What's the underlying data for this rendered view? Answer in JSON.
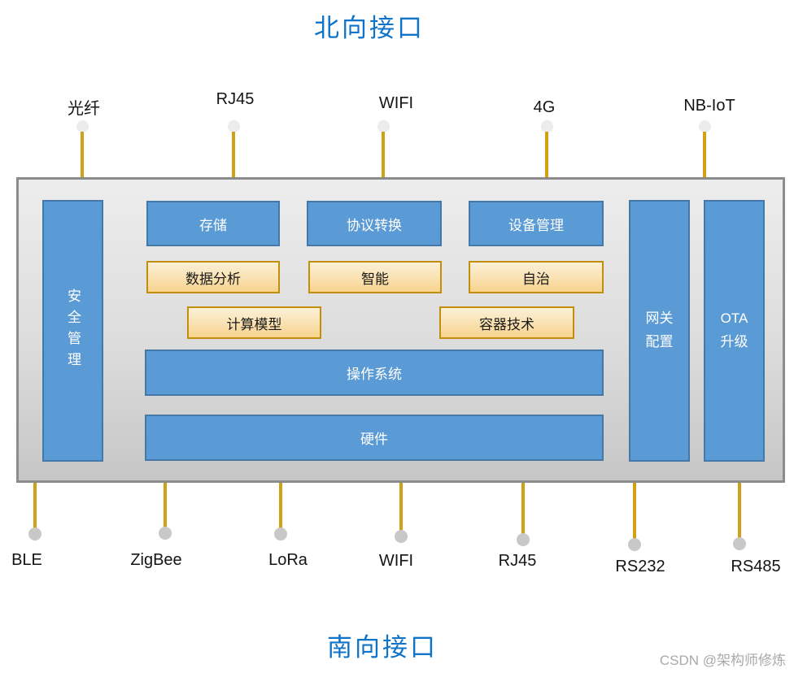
{
  "titles": {
    "north": "北向接口",
    "south": "南向接口"
  },
  "watermark": "CSDN @架构师修炼",
  "north_ports": [
    {
      "label": "光纤"
    },
    {
      "label": "RJ45"
    },
    {
      "label": "WIFI"
    },
    {
      "label": "4G"
    },
    {
      "label": "NB-IoT"
    }
  ],
  "south_ports": [
    {
      "label": "BLE"
    },
    {
      "label": "ZigBee"
    },
    {
      "label": "LoRa"
    },
    {
      "label": "WIFI"
    },
    {
      "label": "RJ45"
    },
    {
      "label": "RS232"
    },
    {
      "label": "RS485"
    }
  ],
  "gateway": {
    "security": "安全管理",
    "app_row": [
      "存储",
      "协议转换",
      "设备管理"
    ],
    "capability_row": [
      "数据分析",
      "智能",
      "自治"
    ],
    "tech_row": [
      "计算模型",
      "容器技术"
    ],
    "os": "操作系统",
    "hardware": "硬件",
    "gateway_config": "网关\n配置",
    "ota_upgrade": "OTA\n升级"
  },
  "colors": {
    "title_blue": "#0F74C8",
    "box_blue": "#5B9BD5",
    "box_blue_border": "#4478A9",
    "box_orange_border": "#C18F0B",
    "connector_gold": "#D2A017",
    "container_gray": "#DCDCDC"
  }
}
